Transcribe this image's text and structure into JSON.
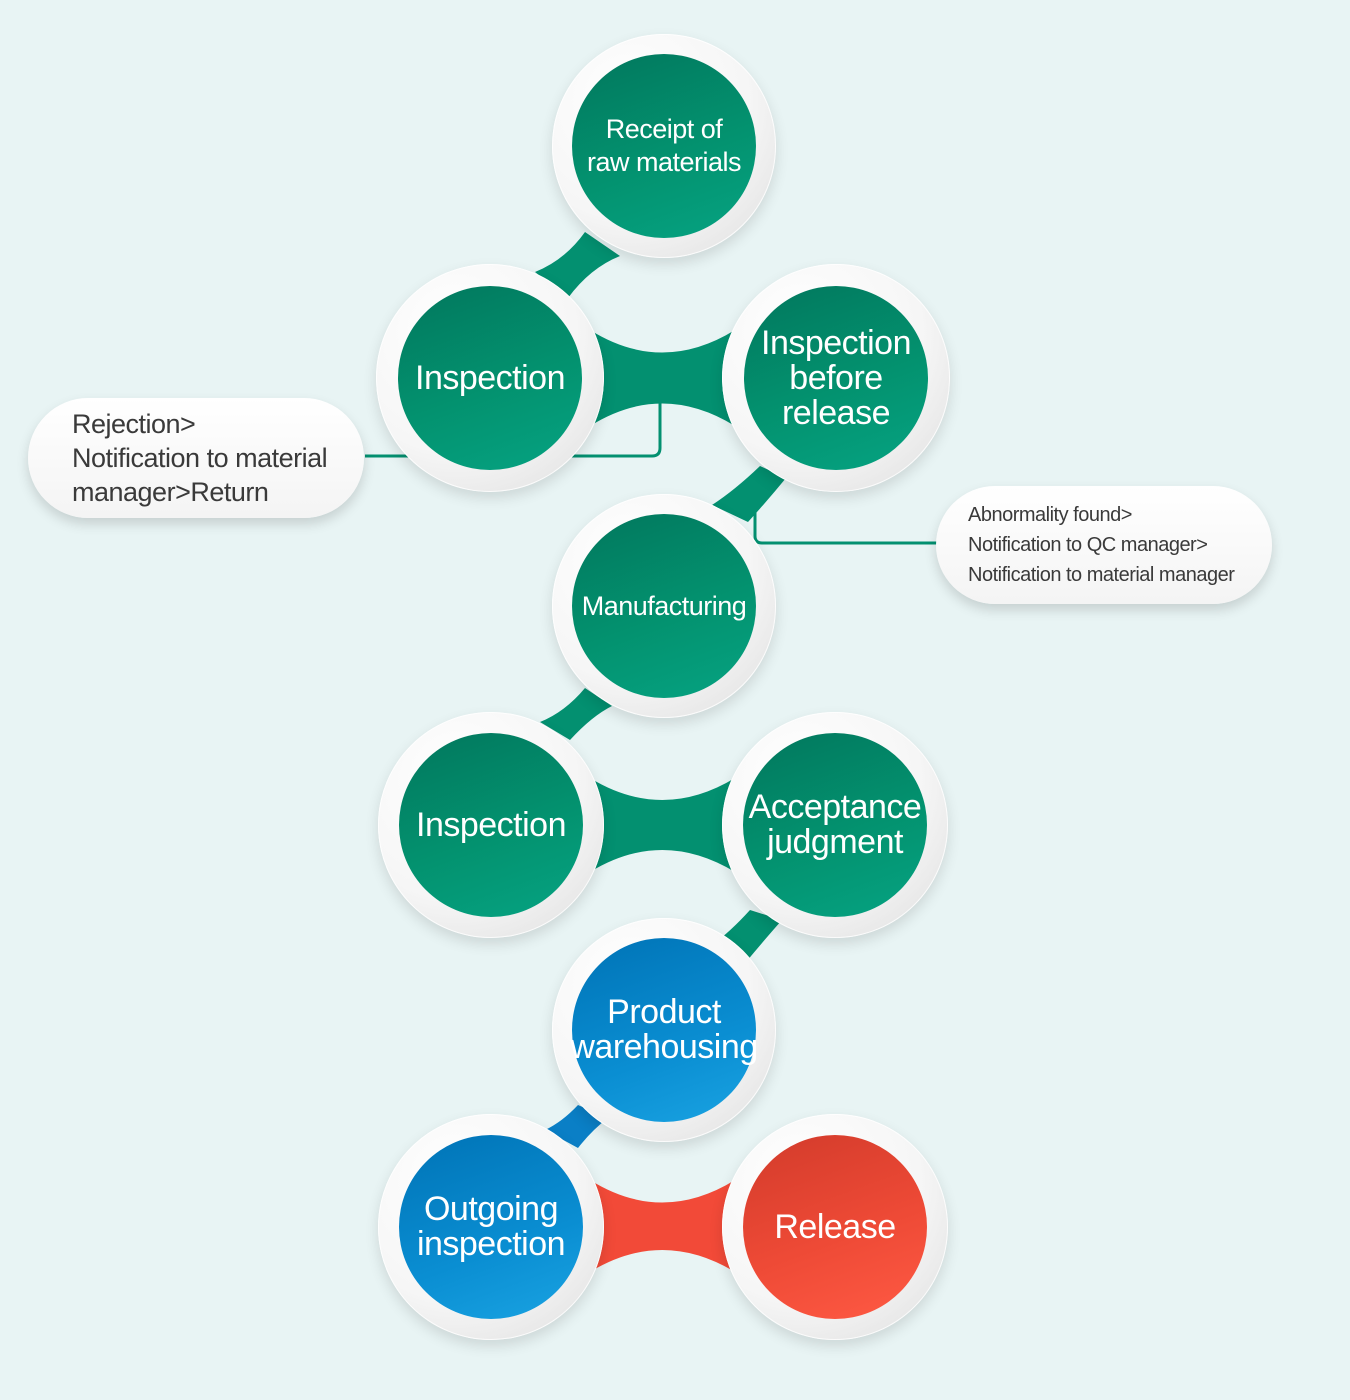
{
  "colors": {
    "background": "#e8f4f4",
    "green": "#03926f",
    "blue": "#0a8ed2",
    "red": "#ee4a36",
    "connector_green": "#039070",
    "connector_blue": "#0a7fc6",
    "connector_red": "#f24a38"
  },
  "nodes": {
    "receipt": {
      "label": "Receipt of\nraw materials",
      "color": "green"
    },
    "inspection1": {
      "label": "Inspection",
      "color": "green"
    },
    "inspection_before_release": {
      "label": "Inspection\nbefore\nrelease",
      "color": "green"
    },
    "manufacturing": {
      "label": "Manufacturing",
      "color": "green"
    },
    "inspection2": {
      "label": "Inspection",
      "color": "green"
    },
    "acceptance": {
      "label": "Acceptance\njudgment",
      "color": "green"
    },
    "warehousing": {
      "label": "Product\nwarehousing",
      "color": "blue"
    },
    "outgoing": {
      "label": "Outgoing\ninspection",
      "color": "blue"
    },
    "release": {
      "label": "Release",
      "color": "red"
    }
  },
  "notes": {
    "rejection": {
      "lines": [
        "Rejection>",
        "Notification to material",
        "manager>Return"
      ]
    },
    "abnormality": {
      "lines": [
        "Abnormality found>",
        "Notification to QC manager>",
        "Notification to material manager"
      ]
    }
  }
}
